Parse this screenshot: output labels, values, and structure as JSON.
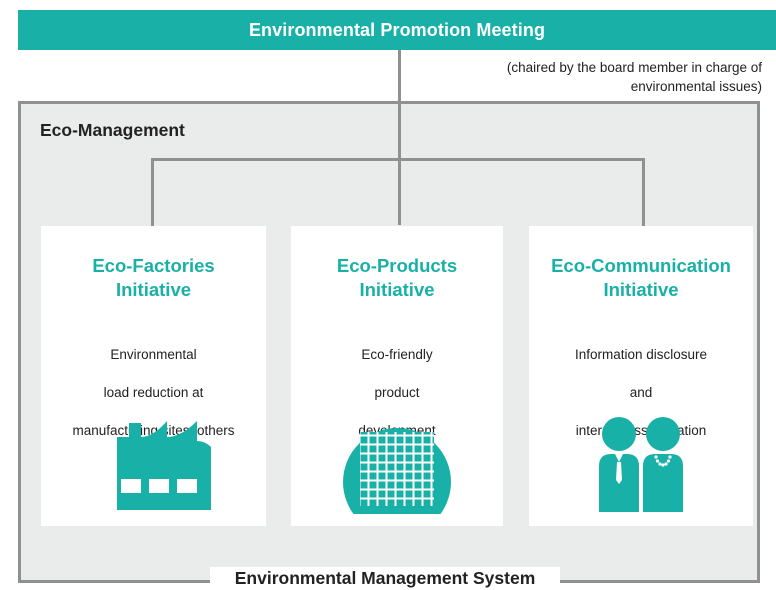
{
  "header": {
    "title": "Environmental Promotion Meeting"
  },
  "chair_note": {
    "line1": "(chaired by the board member in charge of",
    "line2": "environmental issues)"
  },
  "eco_management": {
    "label": "Eco-Management"
  },
  "system": {
    "label": "Environmental Management System"
  },
  "initiatives": [
    {
      "title_line1": "Eco-Factories",
      "title_line2": "Initiative",
      "desc_line1": "Environmental",
      "desc_line2": "load reduction at",
      "desc_line3": "manufacturing sites, others",
      "icon": "factory-icon"
    },
    {
      "title_line1": "Eco-Products",
      "title_line2": "Initiative",
      "desc_line1": "Eco-friendly",
      "desc_line2": "product",
      "desc_line3": "development",
      "icon": "wafer-icon"
    },
    {
      "title_line1": "Eco-Communication",
      "title_line2": "Initiative",
      "desc_line1": "Information disclosure",
      "desc_line2": "and",
      "desc_line3": "internal dissemination",
      "icon": "people-icon"
    }
  ],
  "colors": {
    "accent": "#19b1a7",
    "frame": "#8e9092",
    "panel": "#eaebeb"
  }
}
